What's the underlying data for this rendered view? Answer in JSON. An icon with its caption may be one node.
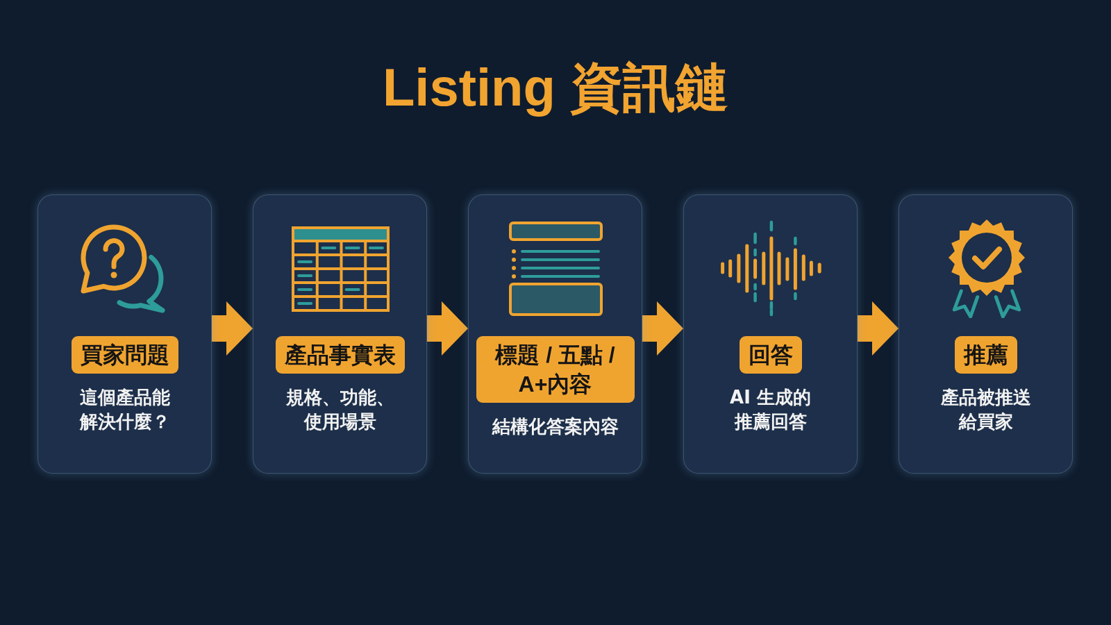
{
  "diagram": {
    "title": "Listing 資訊鏈",
    "nodes": [
      {
        "text": [
          "買家問題",
          "這個產品能解決什麼？"
        ]
      },
      {
        "text": [
          "產品事實表",
          "規格、功能、使用場景"
        ]
      },
      {
        "text": [
          "標題 / 五點 / A+內容",
          "結構化答案內容"
        ]
      },
      {
        "text": [
          "回答",
          "AI 生成的推薦回答"
        ]
      },
      {
        "text": [
          "推薦",
          "產品被推送給買家"
        ]
      }
    ],
    "edges": [
      {
        "from": 0,
        "to": 1,
        "arrow": "to"
      },
      {
        "from": 1,
        "to": 2,
        "arrow": "to"
      },
      {
        "from": 2,
        "to": 3,
        "arrow": "to"
      },
      {
        "from": 3,
        "to": 4,
        "arrow": "to"
      }
    ]
  }
}
